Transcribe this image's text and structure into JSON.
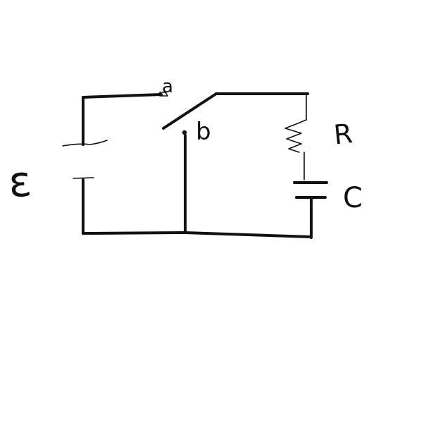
{
  "diagram": {
    "labels": {
      "emf": "ε",
      "terminal_a": "a",
      "terminal_b": "b",
      "resistor": "R",
      "capacitor": "C"
    },
    "colors": {
      "ink": "#111111",
      "background": "#ffffff"
    }
  }
}
